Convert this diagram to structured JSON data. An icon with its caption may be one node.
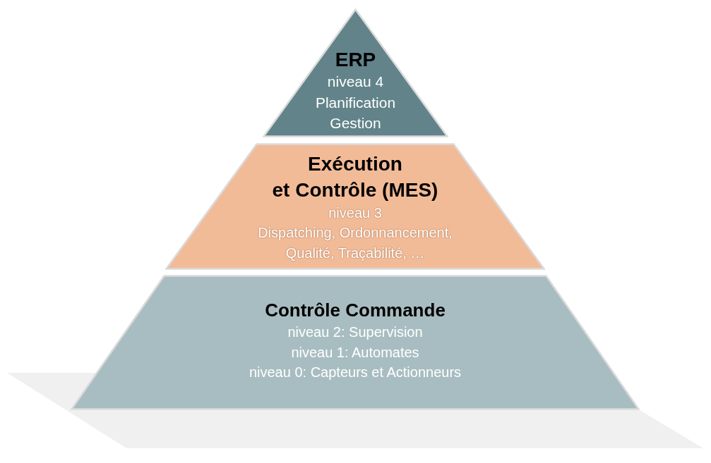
{
  "diagram": {
    "nodes": [
      {
        "text": [
          "ERP",
          "niveau 4",
          "Planification",
          "Gestion"
        ]
      },
      {
        "text": [
          "Exécution",
          "et Contrôle (MES)",
          "niveau 3",
          "Dispatching, Ordonnancement, Qualité, Traçabilité, …"
        ]
      },
      {
        "text": [
          "Contrôle Commande",
          "niveau 2: Supervision",
          "niveau 1: Automates",
          "niveau 0: Capteurs et Actionneurs"
        ]
      }
    ],
    "edges": []
  }
}
